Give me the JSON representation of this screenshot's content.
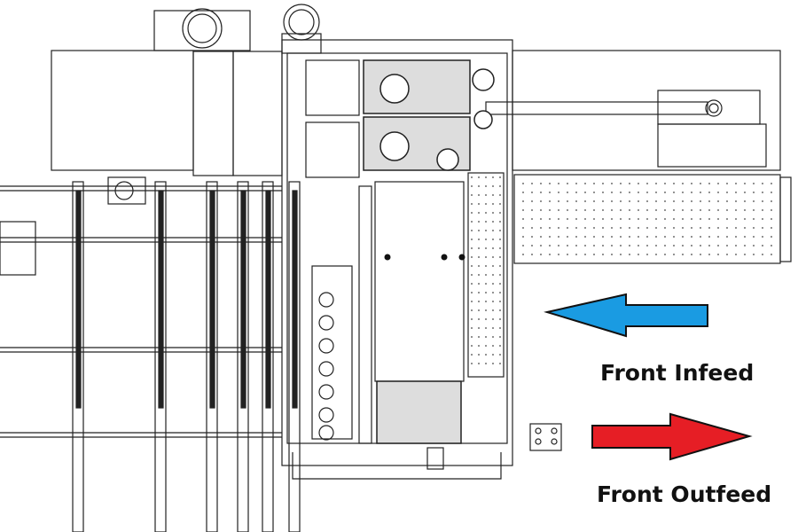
{
  "labels": {
    "infeed": "Front Infeed",
    "outfeed": "Front Outfeed"
  },
  "colors": {
    "infeed_arrow": "#1a9be2",
    "outfeed_arrow": "#e61e25",
    "line": "#222222"
  },
  "arrows": {
    "infeed_direction": "left",
    "outfeed_direction": "right"
  }
}
